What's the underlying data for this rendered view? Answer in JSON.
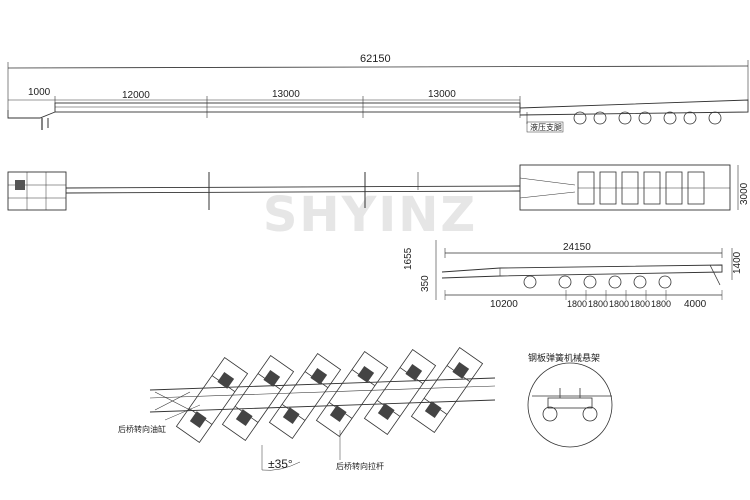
{
  "watermark": {
    "text": "SHYINZ"
  },
  "side_view": {
    "overall_length": "62150",
    "seg_1": "1000",
    "seg_2": "12000",
    "seg_3": "13000",
    "seg_4": "13000",
    "callout": "液压支腿"
  },
  "top_view": {
    "width": "3000"
  },
  "rear_section": {
    "length": "24150",
    "height_total": "1655",
    "height_deck": "1400",
    "height_low": "350",
    "dims": [
      "10200",
      "1800",
      "1800",
      "1800",
      "1800",
      "1800",
      "4000"
    ]
  },
  "steering_view": {
    "label_cylinder": "后桥转向油缸",
    "label_rod": "后桥转向拉杆",
    "angle": "±35°"
  },
  "suspension_view": {
    "title": "钢板弹簧机械悬架"
  }
}
